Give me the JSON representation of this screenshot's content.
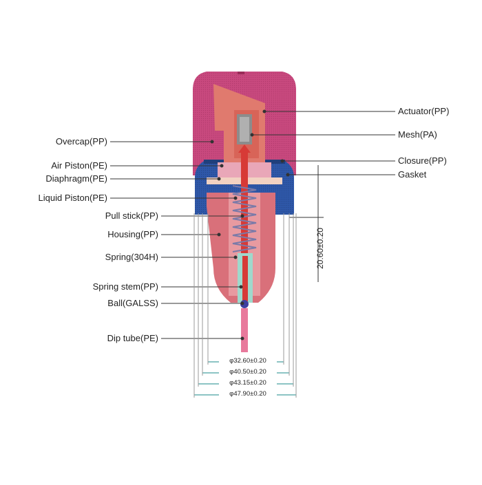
{
  "diagram": {
    "labels_left": [
      {
        "id": "overcap",
        "text": "Overcap(PP)"
      },
      {
        "id": "air_piston",
        "text": "Air Piston(PE)"
      },
      {
        "id": "diaphragm",
        "text": "Diaphragm(PE)"
      },
      {
        "id": "liquid_piston",
        "text": "Liquid Piston(PE)"
      },
      {
        "id": "pull_stick",
        "text": "Pull stick(PP)"
      },
      {
        "id": "housing",
        "text": "Housing(PP)"
      },
      {
        "id": "spring",
        "text": "Spring(304H)"
      },
      {
        "id": "spring_stem",
        "text": "Spring stem(PP)"
      },
      {
        "id": "ball",
        "text": "Ball(GALSS)"
      },
      {
        "id": "dip_tube",
        "text": "Dip tube(PE)"
      }
    ],
    "labels_right": [
      {
        "id": "actuator",
        "text": "Actuator(PP)"
      },
      {
        "id": "mesh",
        "text": "Mesh(PA)"
      },
      {
        "id": "closure",
        "text": "Closure(PP)"
      },
      {
        "id": "gasket",
        "text": "Gasket"
      }
    ],
    "height_dimension": "20.60±0.20",
    "diameter_dimensions": [
      "φ32.60±0.20",
      "φ40.50±0.20",
      "φ43.15±0.20",
      "φ47.90±0.20"
    ],
    "colors": {
      "overcap": "#c8497e",
      "actuator": "#e07a6e",
      "closure": "#2e57a8",
      "housing": "#d9707a",
      "dip_tube": "#e8799c",
      "spring_stem": "#9fd9cc",
      "leader": "#333333",
      "dimension": "#1a8a8a"
    }
  }
}
